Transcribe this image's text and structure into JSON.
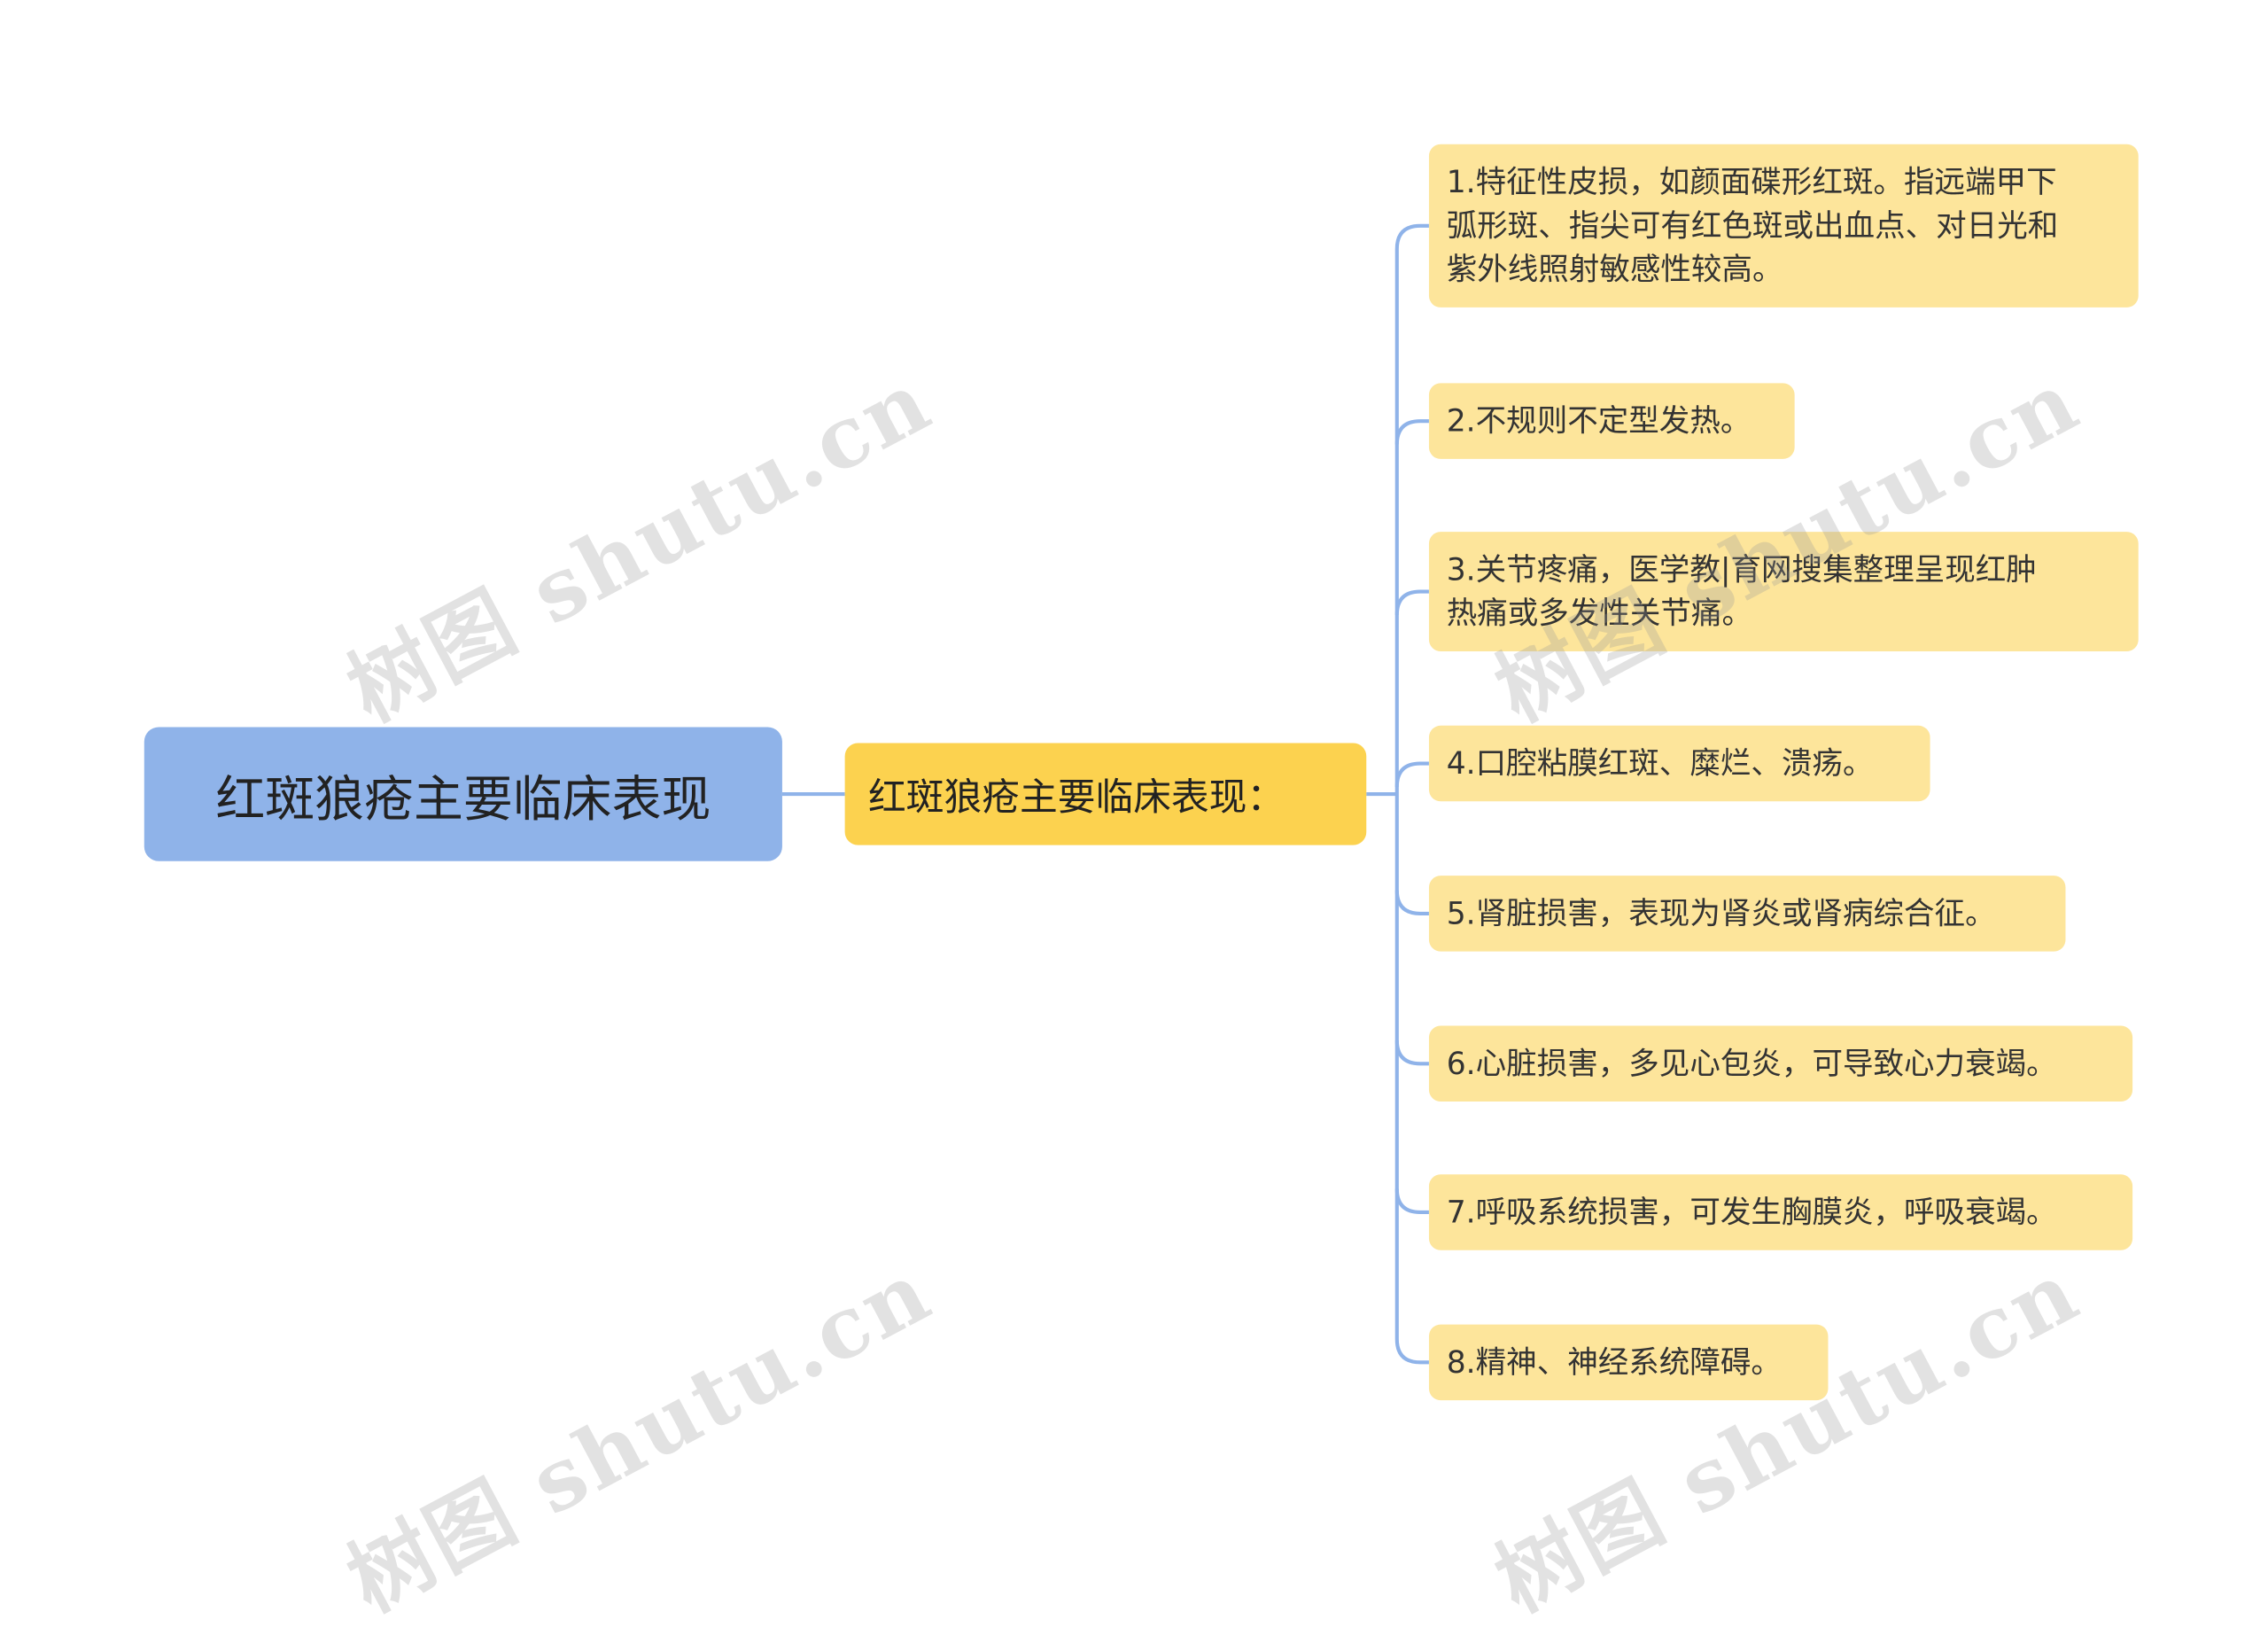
{
  "root": {
    "label": "红斑狼疮主要临床表现"
  },
  "branch": {
    "label": "红斑狼疮主要临床表现："
  },
  "leaves": [
    {
      "lines": [
        "1.特征性皮损，如颜面碟形红斑。指远端甲下",
        "弧形斑、指尖可有红色斑或出血点、对日光和",
        "紫外线照射敏感性较高。"
      ]
    },
    {
      "lines": [
        "2.不规则不定型发热。"
      ]
    },
    {
      "lines": [
        "3.关节疼痛，医学教|育网搜集整理呈现红肿",
        "热痛或多发性关节痛。"
      ]
    },
    {
      "lines": [
        "4.口腔粘膜红斑、糜烂、溃疡。"
      ]
    },
    {
      "lines": [
        "5.肾脏损害，表现为肾炎或肾病综合征。"
      ]
    },
    {
      "lines": [
        "6.心脏损害，多见心包炎，可导致心力衰竭。"
      ]
    },
    {
      "lines": [
        "7.呼吸系统损害，可发生胸膜炎，呼吸衰竭。"
      ]
    },
    {
      "lines": [
        "8.精神、神经系统障碍。"
      ]
    }
  ],
  "watermark": {
    "text": "树图 shutu.cn"
  },
  "colors": {
    "root_fill": "#8fb3e9",
    "branch_fill": "#fcd24f",
    "leaf_fill": "#fde59b",
    "connector": "#8fb3e9"
  }
}
